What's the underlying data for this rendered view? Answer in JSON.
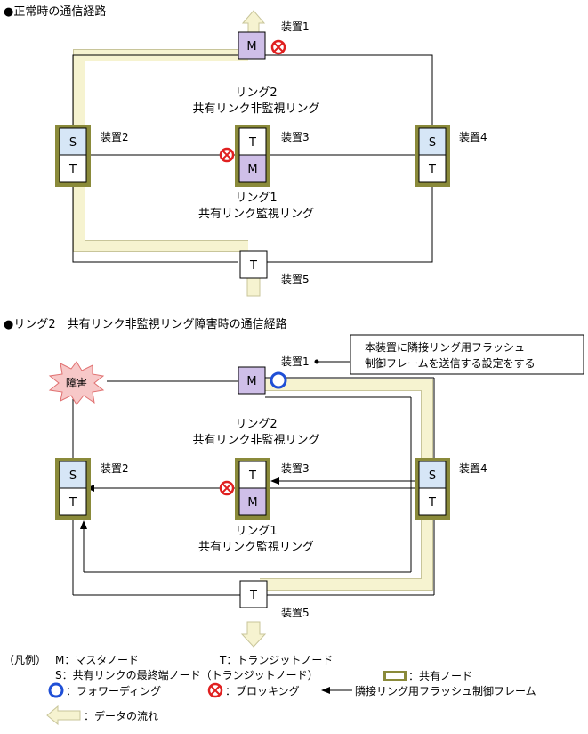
{
  "section1": {
    "title": "●正常時の通信経路",
    "device1": "装置1",
    "device2": "装置2",
    "device3": "装置3",
    "device4": "装置4",
    "device5": "装置5",
    "ring2_line1": "リング2",
    "ring2_line2": "共有リンク非監視リング",
    "ring1_line1": "リング1",
    "ring1_line2": "共有リンク監視リング"
  },
  "section2": {
    "title": "●リング2　共有リンク非監視リング障害時の通信経路",
    "device1": "装置1",
    "device2": "装置2",
    "device3": "装置3",
    "device4": "装置4",
    "device5": "装置5",
    "ring2_line1": "リング2",
    "ring2_line2": "共有リンク非監視リング",
    "ring1_line1": "リング1",
    "ring1_line2": "共有リンク監視リング",
    "fault_label": "障害",
    "callout_line1": "本装置に隣接リング用フラッシュ",
    "callout_line2": "制御フレームを送信する設定をする"
  },
  "node_labels": {
    "master": "M",
    "shared_end": "S",
    "transit": "T"
  },
  "legend": {
    "prefix": "（凡例）",
    "master": "M：マスタノード",
    "transit": "T：トランジットノード",
    "shared_end": "S：共有リンクの最終端ノード（トランジットノード）",
    "shared_node": "：共有ノード",
    "forwarding": "：フォワーディング",
    "blocking": "：ブロッキング",
    "flush_frame": "隣接リング用フラッシュ制御フレーム",
    "data_flow": "：データの流れ"
  },
  "colors": {
    "master_fill": "#cfbfe8",
    "shared_end_fill": "#d6e6f6",
    "shared_node_border": "#8a8a3a",
    "path_fill": "#f6f3d0",
    "path_edge": "#c8c59a",
    "blocking": "#e02020",
    "forwarding": "#1f4fd6",
    "fault_fill": "#f7c8c8",
    "fault_edge": "#e07070"
  }
}
